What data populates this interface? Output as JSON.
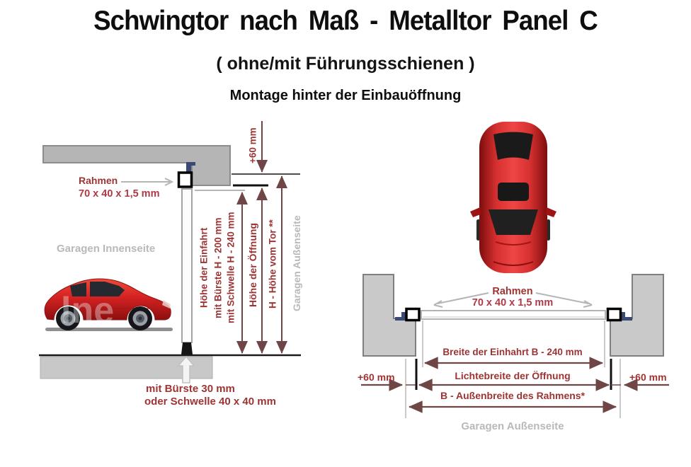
{
  "header": {
    "title": "Schwingtor nach Maß - Metalltor Panel C",
    "subtitle": "( ohne/mit Führungsschienen )",
    "note": "Montage hinter der Einbauöffnung"
  },
  "side_view": {
    "frame_label": "Rahmen",
    "frame_size": "70 x 40 x 1,5 mm",
    "inside_label": "Garagen Innenseite",
    "outside_label": "Garagen Außenseite",
    "plus60": "+60 mm",
    "dim_einfahrt_line1": "Höhe der Einfahrt",
    "dim_einfahrt_line2": "mit Bürste  H - 200 mm",
    "dim_einfahrt_line3": "mit Schwelle H - 240 mm",
    "dim_oeffnung": "Höhe der Öffnung",
    "dim_tor": "H - Höhe vom Tor **",
    "bottom_note_line1": "mit Bürste 30 mm",
    "bottom_note_line2": "oder Schwelle 40 x 40 mm",
    "watermark": "lne"
  },
  "top_view": {
    "frame_label": "Rahmen",
    "frame_size": "70 x 40 x 1,5 mm",
    "dim_breite": "Breite der Einhahrt B - 240 mm",
    "dim_licht": "Lichtebreite der Öffnung",
    "dim_aussen": "B - Außenbreite des Rahmens*",
    "plus60_left": "+60 mm",
    "plus60_right": "+60 mm",
    "outside_label": "Garagen Außenseite"
  },
  "colors": {
    "label_red": "#9c3434",
    "size_red": "#ad3a46",
    "dimension_line": "#6f4545",
    "gray_label": "#b9b9b9",
    "wall_gray": "#c9c9c9",
    "frame_navy": "#3b4a75",
    "car_red": "#d42222"
  }
}
